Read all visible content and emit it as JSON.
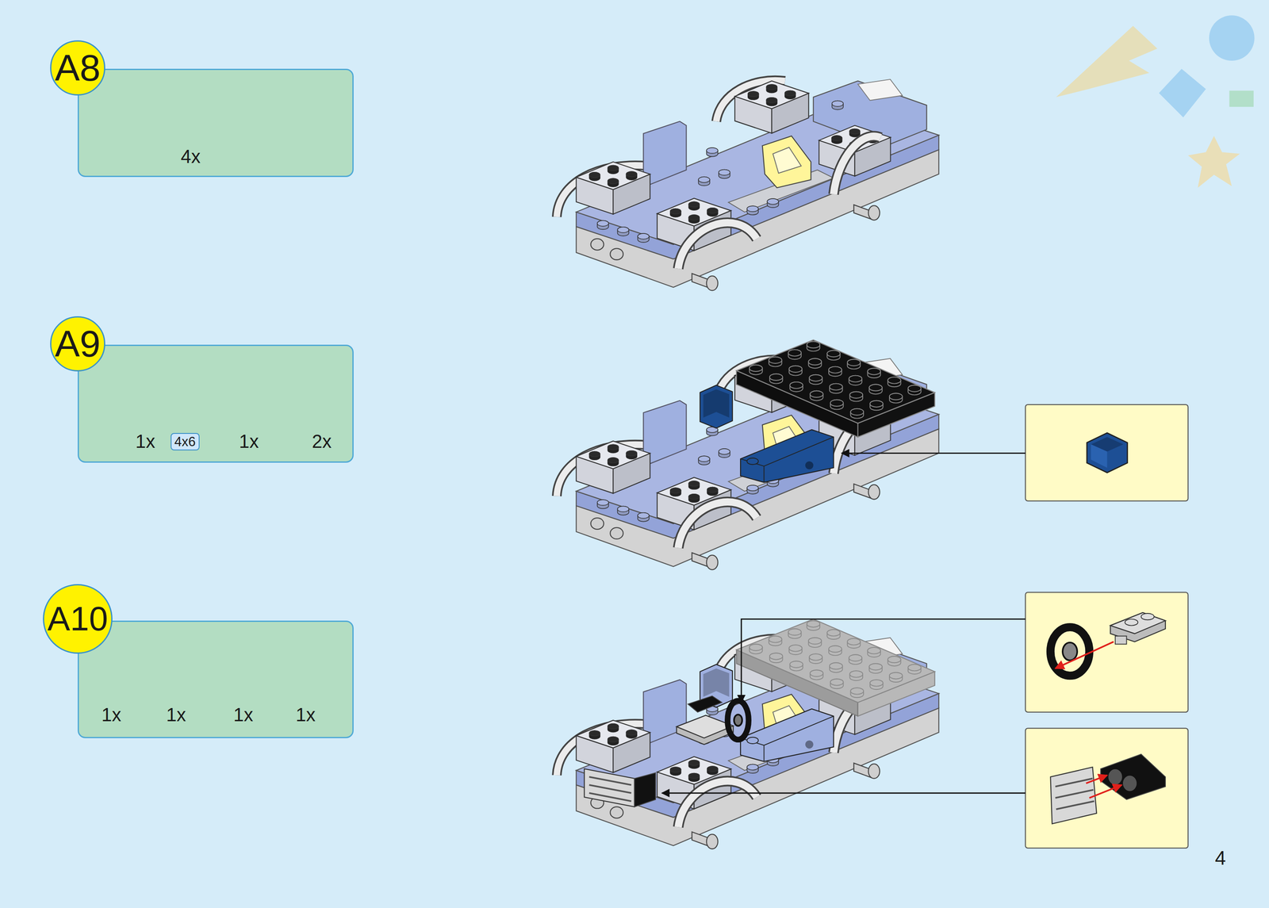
{
  "diagram": {
    "nodes": [
      {
        "text": [
          "A8"
        ]
      },
      {
        "text": [
          "4x"
        ]
      },
      {
        "text": [
          "A9"
        ]
      },
      {
        "text": [
          "1x",
          "1x",
          "2x"
        ]
      },
      {
        "text": [
          "4x6"
        ],
        "in": 3
      },
      {
        "text": [
          "A10"
        ]
      },
      {
        "text": [
          "1x",
          "1x",
          "1x",
          "1x"
        ]
      }
    ],
    "labels": [
      "4"
    ]
  }
}
